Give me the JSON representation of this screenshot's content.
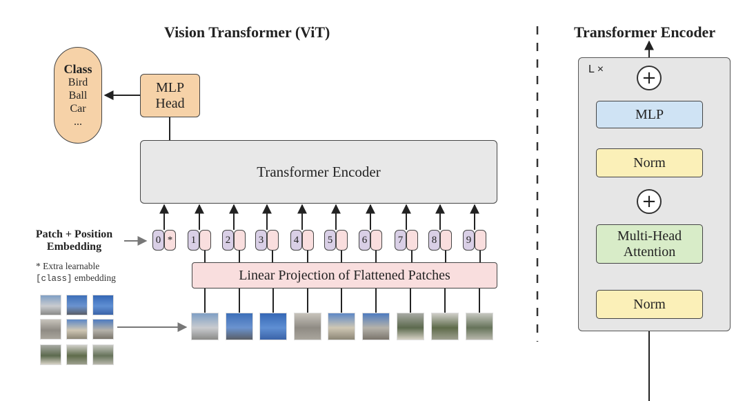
{
  "titles": {
    "vit": "Vision Transformer (ViT)",
    "encoder": "Transformer Encoder"
  },
  "class_box": {
    "header": "Class",
    "items": [
      "Bird",
      "Ball",
      "Car",
      "..."
    ]
  },
  "mlp_head": {
    "line1": "MLP",
    "line2": "Head"
  },
  "encoder_block": "Transformer Encoder",
  "linear_projection": "Linear Projection of Flattened Patches",
  "patch_embedding_label": {
    "line1": "Patch + Position",
    "line2": "Embedding"
  },
  "extra_note": {
    "line1": "* Extra learnable",
    "line2_code": "[class]",
    "line2_rest": " embedding"
  },
  "tokens": [
    "0",
    "*",
    "1",
    "2",
    "3",
    "4",
    "5",
    "6",
    "7",
    "8",
    "9"
  ],
  "encoder_detail": {
    "repeat_label": "L ×",
    "mlp": "MLP",
    "norm_top": "Norm",
    "mha_line1": "Multi-Head",
    "mha_line2": "Attention",
    "norm_bottom": "Norm",
    "add_symbol": "+"
  },
  "colors": {
    "class_fill": "#f6d2a8",
    "encoder_fill": "#e8e8e8",
    "projection_fill": "#f9dede",
    "position_fill": "#d9cfe6",
    "mlp_fill": "#cfe3f4",
    "norm_fill": "#fbf0b8",
    "attention_fill": "#d8ecc8"
  }
}
